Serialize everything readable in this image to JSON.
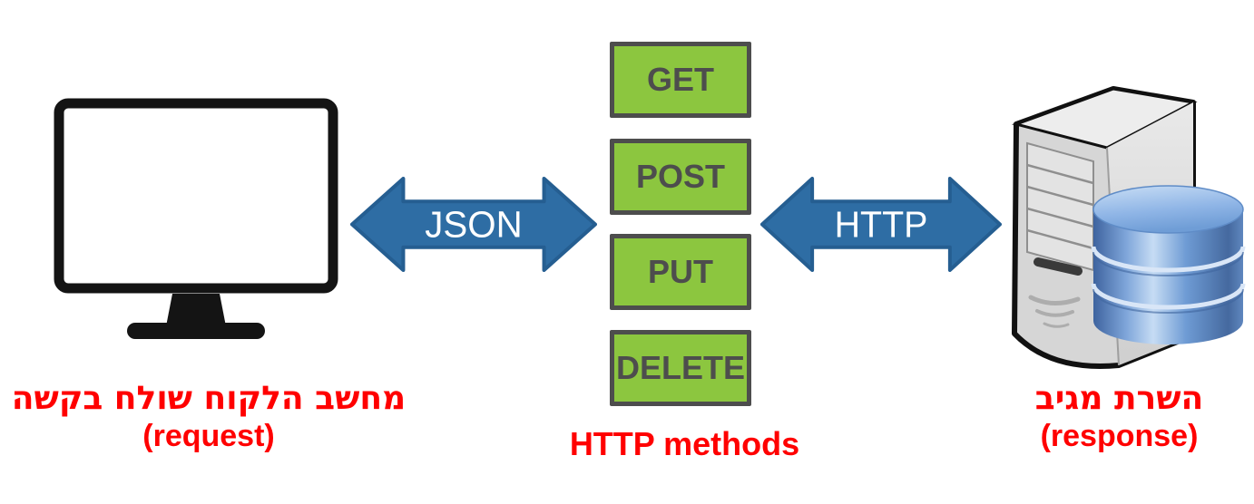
{
  "diagram": {
    "client": {
      "icon": "computer-monitor-icon",
      "caption_he": "מחשב הלקוח שולח בקשה",
      "caption_en": "(request)"
    },
    "methods": {
      "title": "HTTP methods",
      "items": [
        "GET",
        "POST",
        "PUT",
        "DELETE"
      ]
    },
    "server": {
      "icon": "server-database-icon",
      "caption_he": "השרת מגיב",
      "caption_en": "(response)"
    },
    "arrows": [
      {
        "label": "JSON",
        "direction": "bidirectional",
        "between": "client-and-methods"
      },
      {
        "label": "HTTP",
        "direction": "bidirectional",
        "between": "methods-and-server"
      }
    ],
    "colors": {
      "caption_red": "#FF0000",
      "method_green": "#8CC63F",
      "method_border_gray": "#4D4D4D",
      "arrow_blue": "#2E6DA4",
      "arrow_border_blue": "#255E91",
      "monitor_black": "#141414",
      "database_blue": "#4A76B0",
      "background": "#FFFFFF"
    }
  }
}
